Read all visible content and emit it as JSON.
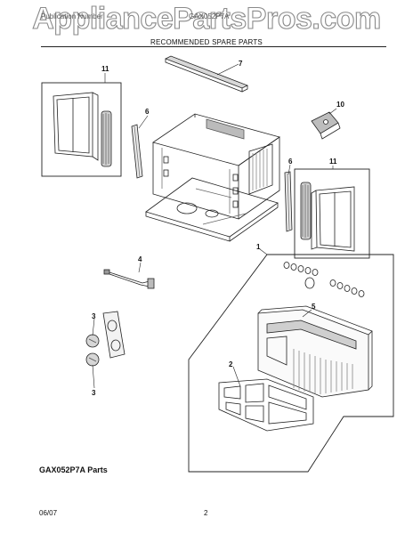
{
  "watermark": "AppliancePartsPros.com",
  "header": {
    "left": "Publication Number",
    "right": "GAX052P7A",
    "subtitle": "RECOMMENDED SPARE PARTS"
  },
  "callouts": {
    "c1": "1",
    "c2": "2",
    "c3a": "3",
    "c3b": "3",
    "c4": "4",
    "c5": "5",
    "c6a": "6",
    "c6b": "6",
    "c7": "7",
    "c10": "10",
    "c11a": "11",
    "c11b": "11"
  },
  "footer": {
    "title": "GAX052P7A Parts",
    "date": "06/07",
    "page": "2"
  }
}
